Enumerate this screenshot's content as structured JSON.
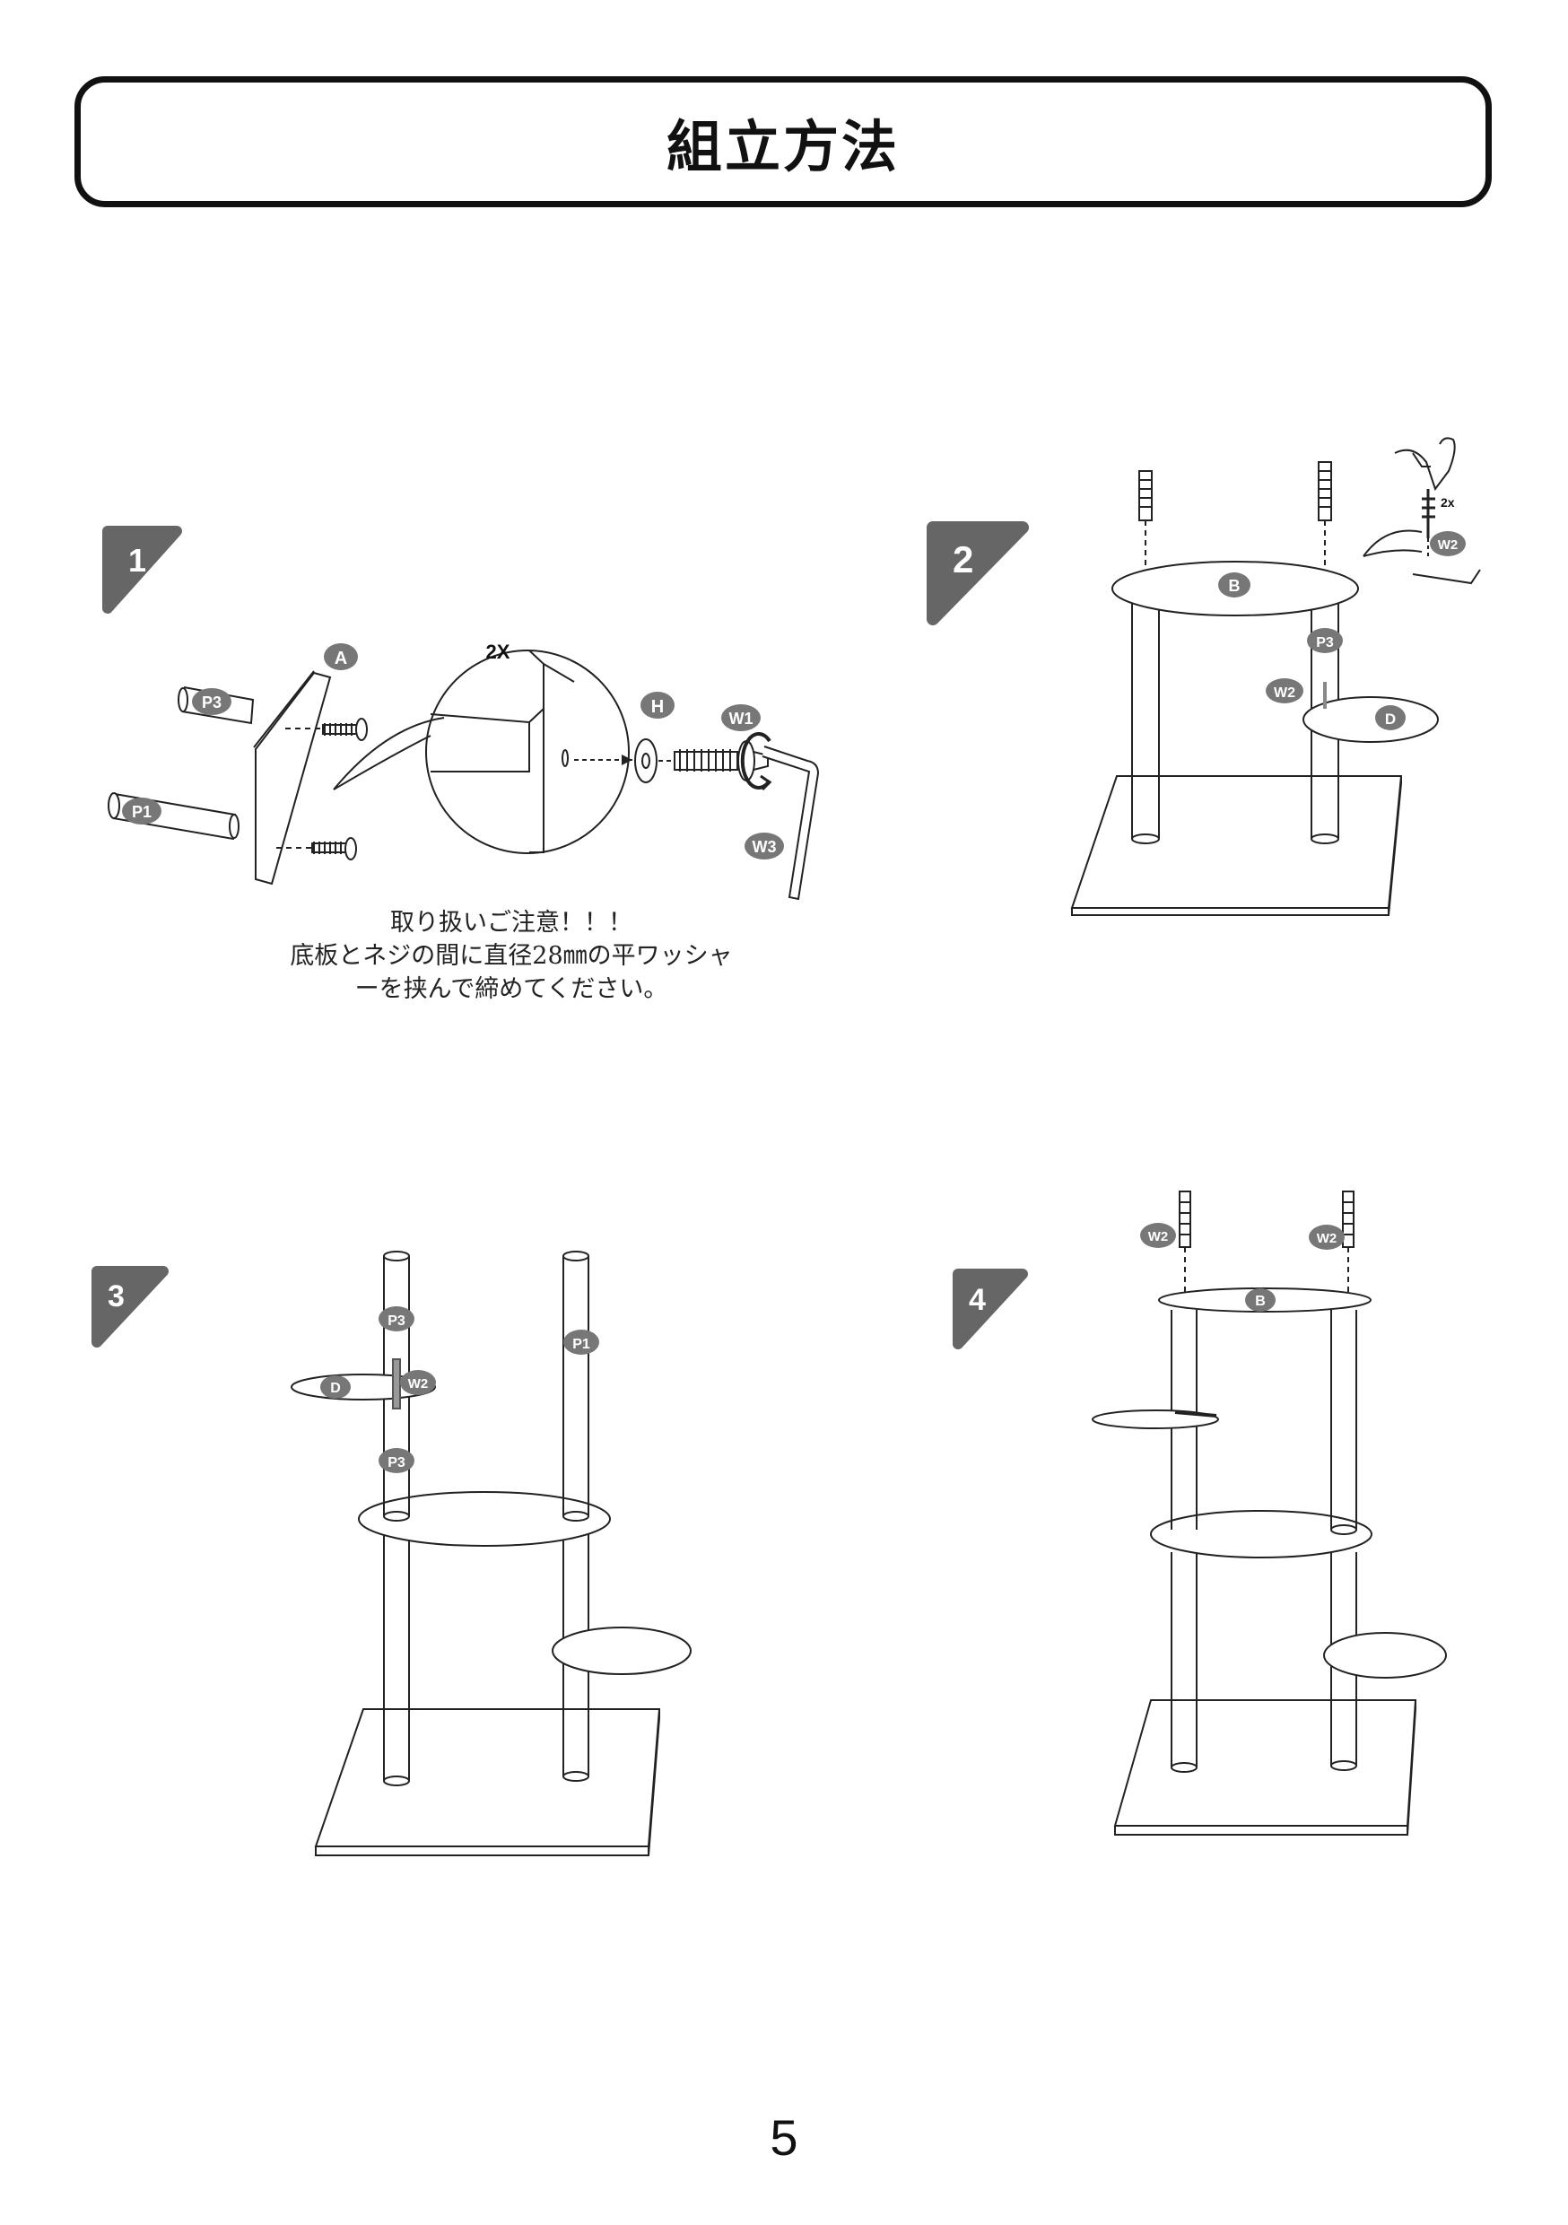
{
  "header": {
    "title": "組立方法"
  },
  "steps": [
    {
      "number": "1"
    },
    {
      "number": "2"
    },
    {
      "number": "3"
    },
    {
      "number": "4"
    }
  ],
  "parts": {
    "A": "A",
    "B": "B",
    "D": "D",
    "H": "H",
    "P1": "P1",
    "P3": "P3",
    "W1": "W1",
    "W2": "W2",
    "W3": "W3"
  },
  "quantities": {
    "twice_upper": "2X",
    "twice_lower": "2x"
  },
  "note": {
    "line1": "取り扱いご注意！！！",
    "line2": "底板とネジの間に直径28㎜の平ワッシャ",
    "line3": "ーを挟んで締めてください。"
  },
  "footer": {
    "page_number": "5"
  }
}
